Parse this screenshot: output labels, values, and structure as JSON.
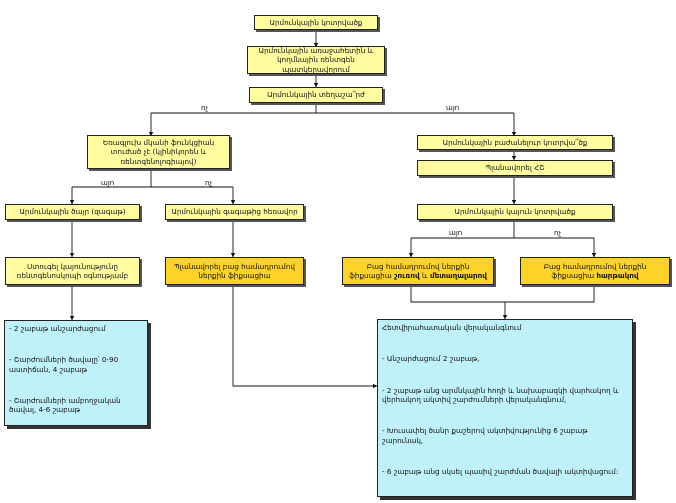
{
  "labels": {
    "no1": "ոչ",
    "yes1": "այո",
    "yes2": "այո",
    "no2": "ոչ",
    "yes3": "այո",
    "no3": "ոչ"
  },
  "boxes": {
    "b1": "Արմունկային կոտրվածք",
    "b2": "Արմունկային առաջահետին և կողմնային ռենտգեն պատկերավորում",
    "b3": "Արմունկային տեղաշա՞րժ",
    "b4": "Եռագլուխ մկանի ֆունկցիան տուժած չէ (կլինիկորեն և ռենտգենոլոգիայով)",
    "b5": "Արմունկային բաժանելուր կոտրվա՞ծք",
    "b6": "Պլանավորել ՀՇ",
    "b7": "Արմունկային ծայր (զագաթ)",
    "b8": "Արմունկային գագաթից հեռավոր",
    "b9": "Արմունկային կայուն կոտրվածք",
    "b10": "Ստուգել կայունությունը ռենտգենոսկոպի օգնությամբ",
    "b11": "Պլանավորել բաց համադրումով ներքին ֆիքսացիա",
    "b12a": "Բաց համադրումով ներքին ֆիքսացիա ",
    "b12b": "շուռով",
    "b12c": " և ",
    "b12d": "մետաղալարով",
    "b13a": "Բաց համադրումով ներքին ֆիքսացիա ",
    "b13b": "հարթակով"
  },
  "left_panel": {
    "item1": "- 2 շաբաթ անշարժացում",
    "item2": "- Շարժումների ծավալը՝ 0-90 աստիճան, 4 շաբաթ",
    "item3": "- Շարժումների ամբողջական ծավալ, 4-6 շաբաթ"
  },
  "right_panel": {
    "item1": "Հետվիրահատական վերականգնում",
    "item2": "- Անշարժացում 2 շաբաթ,",
    "item3": "- 2 շաբաթ անց արմնկային հոդի և նախաբազկի վարհակող և վերհակող ակտիվ շարժումների վերականգնում,",
    "item4": "- Խուսափել ծանր քաշերով ակտիվությունից 6 շաբաթ շարունակ,",
    "item5": "- 6 շաբաթ անց սկսել պասիվ շարժման ծավալի ակտիվացում:"
  },
  "colors": {
    "yellow": "#fffca0",
    "orange": "#fdd327",
    "cyan": "#bff1fb"
  }
}
